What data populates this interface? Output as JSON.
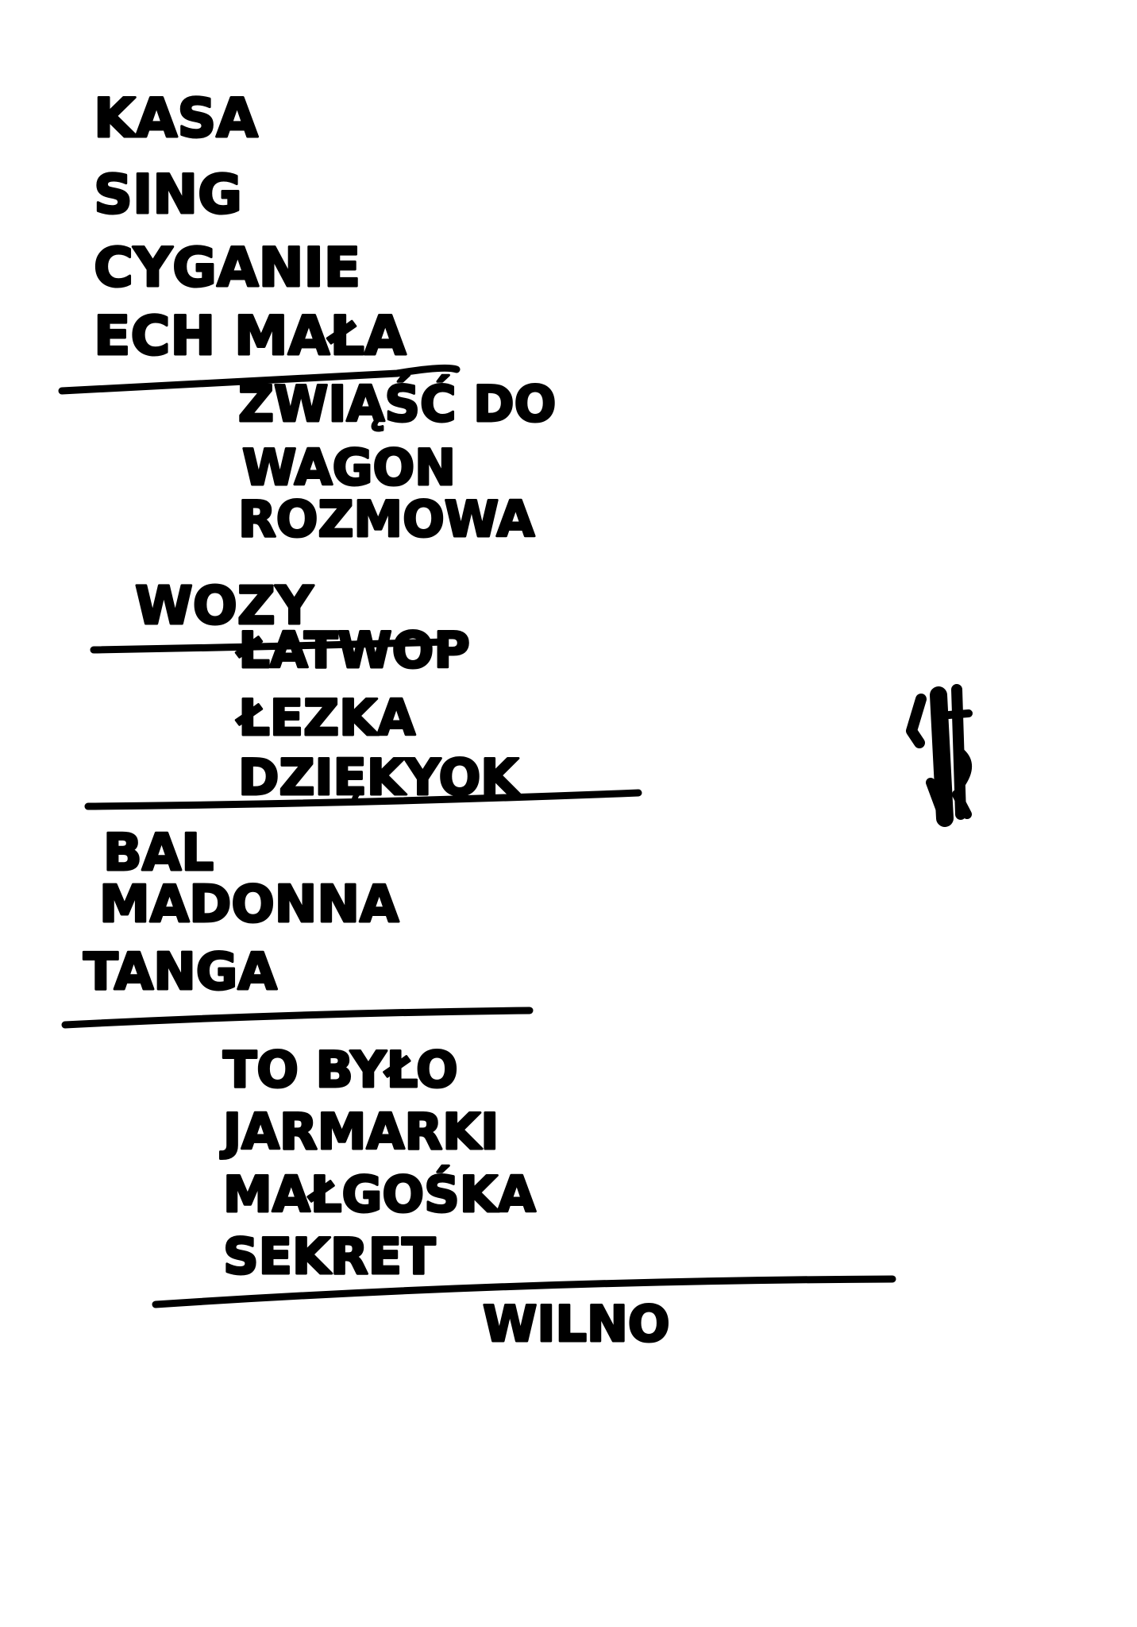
{
  "document": {
    "type": "handwritten setlist",
    "ink_color": "#000000",
    "paper_color": "#ffffff",
    "sets": [
      {
        "songs": [
          "KASA",
          "SING",
          "CYGANIE",
          "ECH MAŁA"
        ]
      },
      {
        "songs": [
          "ZWIĄŚĆ DO",
          "WAGON",
          "ROZMOWA",
          "WOZY"
        ]
      },
      {
        "songs": [
          "ŁATWOP",
          "ŁEZKA",
          "DZIĘKYOK"
        ]
      },
      {
        "songs": [
          "BAL",
          "MADONNA",
          "TANGA"
        ]
      },
      {
        "songs": [
          "TO BYŁO",
          "JARMARKI",
          "MAŁGOŚKA",
          "SEKRET"
        ]
      },
      {
        "songs": [
          "WILNO"
        ]
      }
    ],
    "signature": "handwritten signature"
  }
}
